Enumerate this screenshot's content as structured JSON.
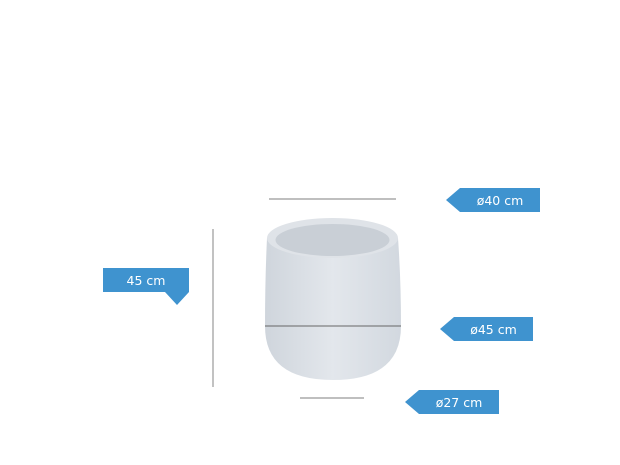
{
  "dimensions": {
    "height": "45 cm",
    "top_diameter": "ø40 cm",
    "max_diameter": "ø45 cm",
    "bottom_diameter": "ø27 cm"
  },
  "colors": {
    "tag": "#3f93cf",
    "line": "#9a9a9a",
    "pot": "#d9dee4"
  }
}
